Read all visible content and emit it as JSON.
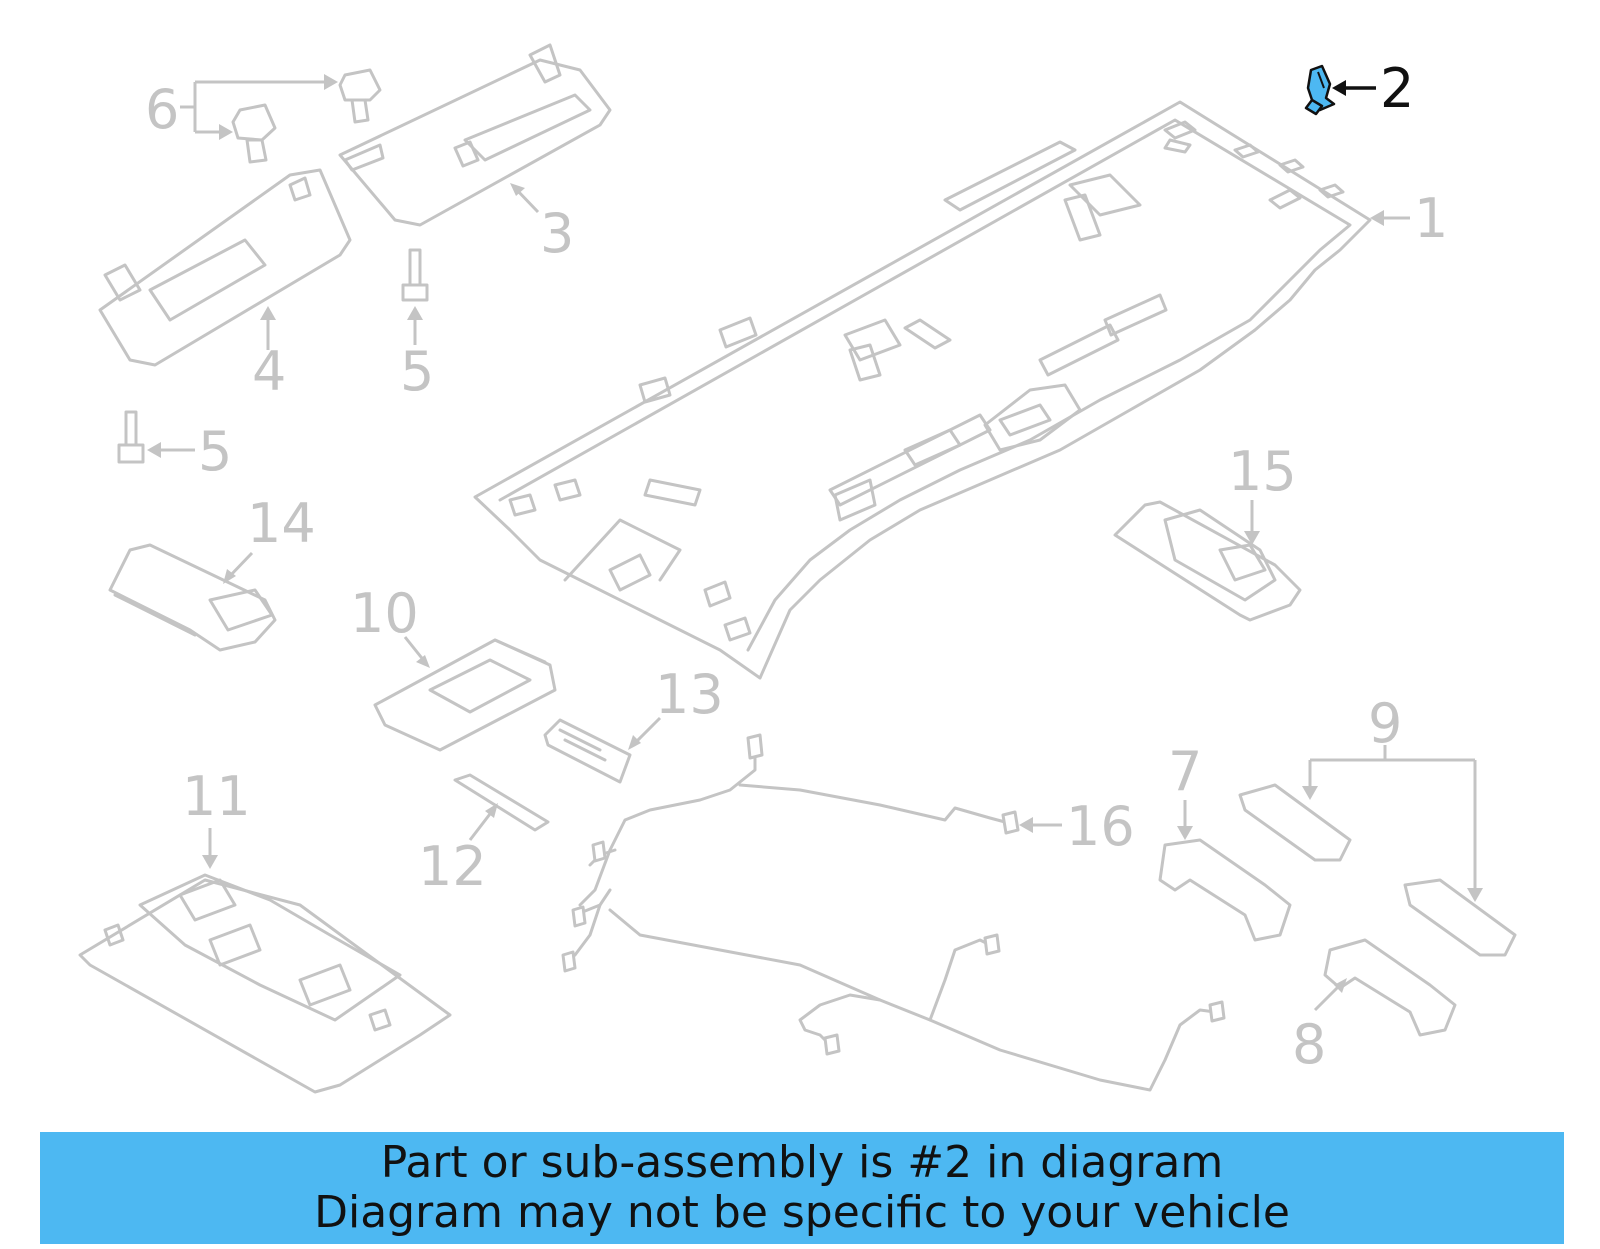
{
  "callouts": {
    "c1": "1",
    "c2": "2",
    "c3": "3",
    "c4": "4",
    "c5a": "5",
    "c5b": "5",
    "c6": "6",
    "c7": "7",
    "c8": "8",
    "c9": "9",
    "c10": "10",
    "c11": "11",
    "c12": "12",
    "c13": "13",
    "c14": "14",
    "c15": "15",
    "c16": "16"
  },
  "highlighted_part": "2",
  "colors": {
    "highlight": "#4db8f2",
    "inactive": "#c4c4c4",
    "active_text": "#111111"
  },
  "banner": {
    "line1": "Part or sub-assembly is #2 in diagram",
    "line2": "Diagram may not be specific to your vehicle"
  }
}
